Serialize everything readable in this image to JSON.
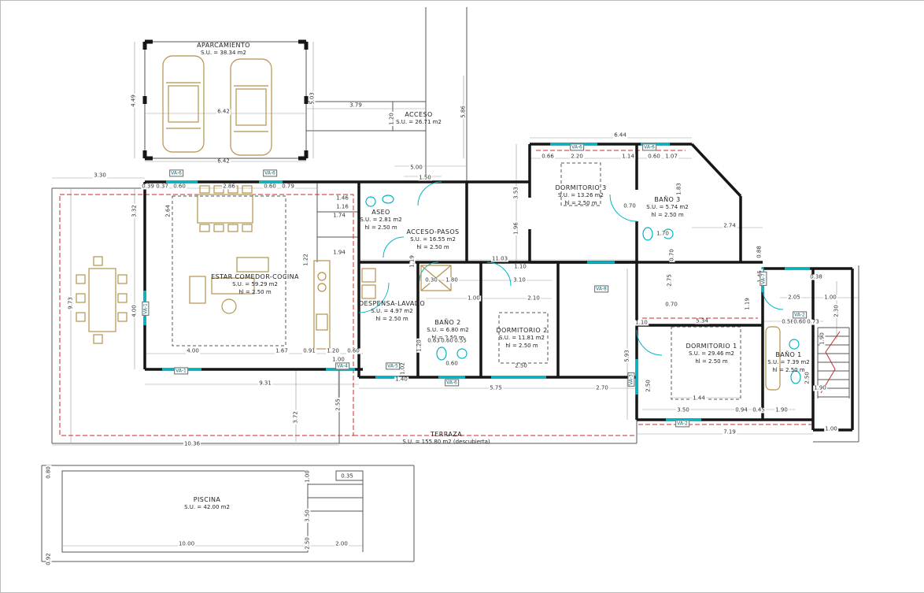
{
  "colors": {
    "walls": "#161616",
    "windows_doors": "#00b5c5",
    "roof_overhang": "#cc2a2a",
    "furniture": "#b5924c",
    "dimension_text": "#333333"
  },
  "rooms": [
    {
      "name": "APARCAMIENTO",
      "area": "S.U. = 38.34 m2"
    },
    {
      "name": "ACCESO",
      "area": "S.U. = 26.71 m2"
    },
    {
      "name": "ESTAR COMEDOR-COCINA",
      "area": "S.U. = 59.29 m2",
      "hl": "hl = 2.50 m"
    },
    {
      "name": "ASEO",
      "area": "S.U. = 2.81 m2",
      "hl": "hl = 2.50 m"
    },
    {
      "name": "ACCESO-PASOS",
      "area": "S.U. = 16.55 m2",
      "hl": "hl = 2.50 m"
    },
    {
      "name": "DORMITORIO 3",
      "area": "S.U. = 13.26 m2",
      "hl": "hl = 2.50 m"
    },
    {
      "name": "BAÑO 3",
      "area": "S.U. = 5.74 m2",
      "hl": "hl = 2.50 m"
    },
    {
      "name": "DESPENSA-LAVADO",
      "area": "S.U. = 4.97 m2",
      "hl": "hl = 2.50 m"
    },
    {
      "name": "BAÑO 2",
      "area": "S.U. = 6.80 m2",
      "hl": "hl = 2.50 m"
    },
    {
      "name": "DORMITORIO 2",
      "area": "S.U. = 11.81 m2",
      "hl": "hl = 2.50 m"
    },
    {
      "name": "DORMITORIO 1",
      "area": "S.U. = 29.46 m2",
      "hl": "hl = 2.50 m"
    },
    {
      "name": "BAÑO 1",
      "area": "S.U. = 7.39 m2",
      "hl": "hl = 2.50 m"
    },
    {
      "name": "TERRAZA",
      "area": "S.U. = 155.80 m2 (descubierta)"
    },
    {
      "name": "PISCINA",
      "area": "S.U. = 42.00 m2"
    }
  ],
  "dims": [
    "6.42",
    "6.42",
    "4.49",
    "5.03",
    "3.79",
    "1.20",
    "5.86",
    "5.00",
    "1.50",
    "3.30",
    "0.39",
    "0.37",
    "0.60",
    "2.86",
    "0.60",
    "0.79",
    "3.32",
    "2.64",
    "9.73",
    "4.00",
    "1.46",
    "1.16",
    "1.74",
    "1.94",
    "1.22",
    "4.00",
    "1.67",
    "0.91",
    "1.20",
    "0.60",
    "1.00",
    "9.31",
    "10.36",
    "3.72",
    "2.55",
    "11.03",
    "1.10",
    "0.30",
    "1.80",
    "3.10",
    "1.00",
    "2.10",
    "2.50",
    "0.63",
    "0.60",
    "0.55",
    "1.20",
    "0.60",
    "1.40",
    "1.02",
    "5.75",
    "2.70",
    "1.19",
    "6.44",
    "0.66",
    "2.20",
    "1.14",
    "0.60",
    "1.07",
    "3.53",
    "1.96",
    "0.70",
    "1.83",
    "2.74",
    "1.70",
    "0.88",
    "1.45",
    "2.75",
    "0.70",
    "0.70",
    "1.19",
    "1.10",
    "5.34",
    "5.93",
    "2.50",
    "3.50",
    "1.44",
    "0.94",
    "0.45",
    "1.90",
    "7.19",
    "1.00",
    "2.05",
    "1.00",
    "0.38",
    "2.30",
    "0.58",
    "0.60",
    "0.73",
    "1.90",
    "2.50",
    "1.90",
    "0.80",
    "1.00",
    "0.35",
    "3.50",
    "2.50",
    "10.00",
    "2.00",
    "0.92"
  ],
  "va": [
    "VA-6",
    "VA-6",
    "VA-6",
    "VA-6",
    "VA-1",
    "VA-1",
    "VA-4",
    "VA-5",
    "VA-6",
    "VA-8",
    "VA-3",
    "VA-2",
    "VA-2",
    "VA-7"
  ]
}
